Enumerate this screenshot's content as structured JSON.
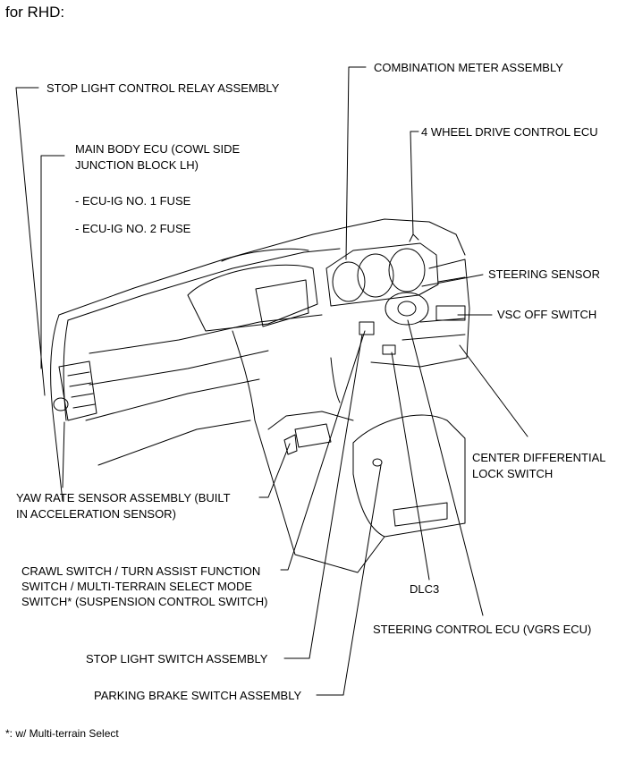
{
  "header": "for RHD:",
  "labels": {
    "stop_light_relay": "STOP LIGHT CONTROL RELAY ASSEMBLY",
    "main_body_ecu_1": "MAIN BODY ECU (COWL SIDE",
    "main_body_ecu_2": "JUNCTION BLOCK LH)",
    "fuse1": "- ECU-IG NO. 1 FUSE",
    "fuse2": "- ECU-IG NO. 2 FUSE",
    "combination_meter": "COMBINATION METER ASSEMBLY",
    "four_wd_ecu": "4 WHEEL DRIVE CONTROL ECU",
    "steering_sensor": "STEERING SENSOR",
    "vsc_off": "VSC OFF SWITCH",
    "center_diff_1": "CENTER DIFFERENTIAL",
    "center_diff_2": "LOCK SWITCH",
    "yaw_1": "YAW RATE SENSOR ASSEMBLY (BUILT",
    "yaw_2": "IN ACCELERATION SENSOR)",
    "crawl_1": "CRAWL SWITCH / TURN ASSIST FUNCTION",
    "crawl_2": "SWITCH / MULTI-TERRAIN SELECT MODE",
    "crawl_3": "SWITCH* (SUSPENSION CONTROL SWITCH)",
    "dlc3": "DLC3",
    "steering_ecu": "STEERING CONTROL ECU (VGRS ECU)",
    "stop_light_switch": "STOP LIGHT SWITCH ASSEMBLY",
    "parking_brake": "PARKING BRAKE SWITCH ASSEMBLY"
  },
  "footnote": "*: w/ Multi-terrain Select"
}
